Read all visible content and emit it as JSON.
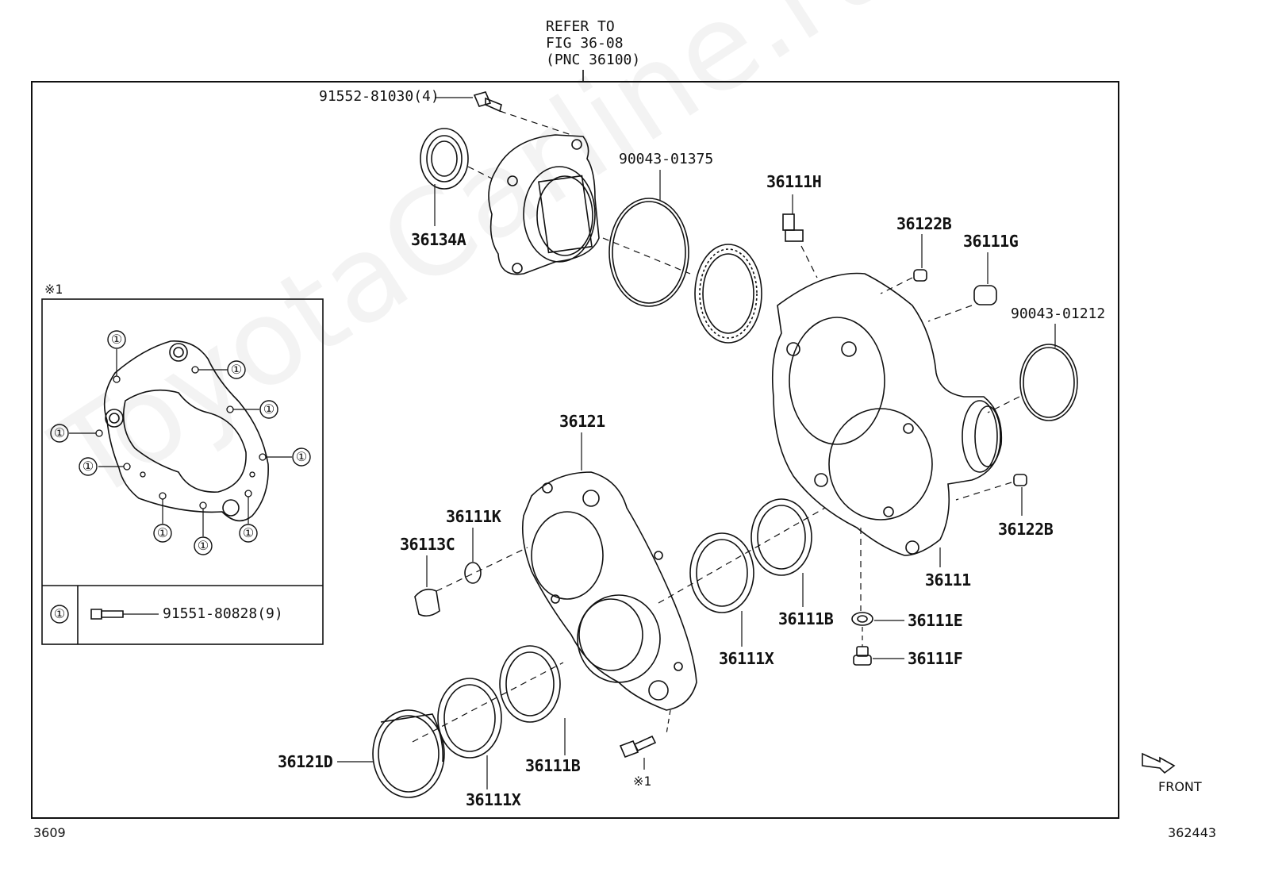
{
  "refer_note": {
    "line1": "REFER TO",
    "line2": "FIG 36-08",
    "line3": "(PNC 36100)"
  },
  "watermark": "ToyotaCarline.ru",
  "inset": {
    "marker": "※1",
    "circle_symbol": "①",
    "legend_part": "91551-80828(9)"
  },
  "parts": {
    "bolt_top": "91552-81030(4)",
    "seal_36134A": "36134A",
    "oring_90043_01375": "90043-01375",
    "sensor_36111H": "36111H",
    "pin_36122B_top": "36122B",
    "plug_36111G": "36111G",
    "oring_90043_01212": "90043-01212",
    "cover_36121": "36121",
    "ring_36111K": "36111K",
    "plug_36113C": "36113C",
    "pin_36122B_right": "36122B",
    "case_36111": "36111",
    "bearing_36111B_mid": "36111B",
    "washer_36111E": "36111E",
    "plug_36111F": "36111F",
    "bearing_36111X_mid": "36111X",
    "race_36121D": "36121D",
    "bearing_36111B_low": "36111B",
    "bearing_36111X_low": "36111X",
    "bolt_marker": "※1"
  },
  "front_label": "FRONT",
  "figure_number": "3609",
  "diagram_id": "362443"
}
